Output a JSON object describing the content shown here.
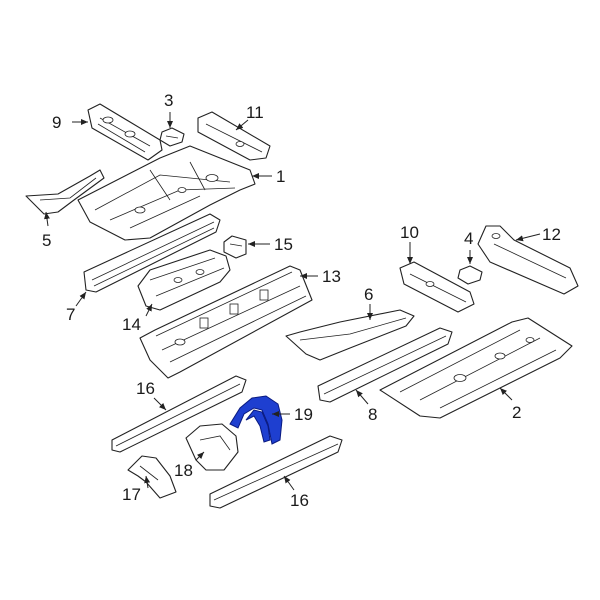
{
  "diagram": {
    "highlight_color": "#1e3fd0",
    "line_color": "#222222",
    "highlighted_part": "19",
    "labels": [
      "1",
      "2",
      "3",
      "4",
      "5",
      "6",
      "7",
      "8",
      "9",
      "10",
      "11",
      "12",
      "13",
      "14",
      "15",
      "16",
      "16",
      "17",
      "18",
      "19"
    ]
  }
}
